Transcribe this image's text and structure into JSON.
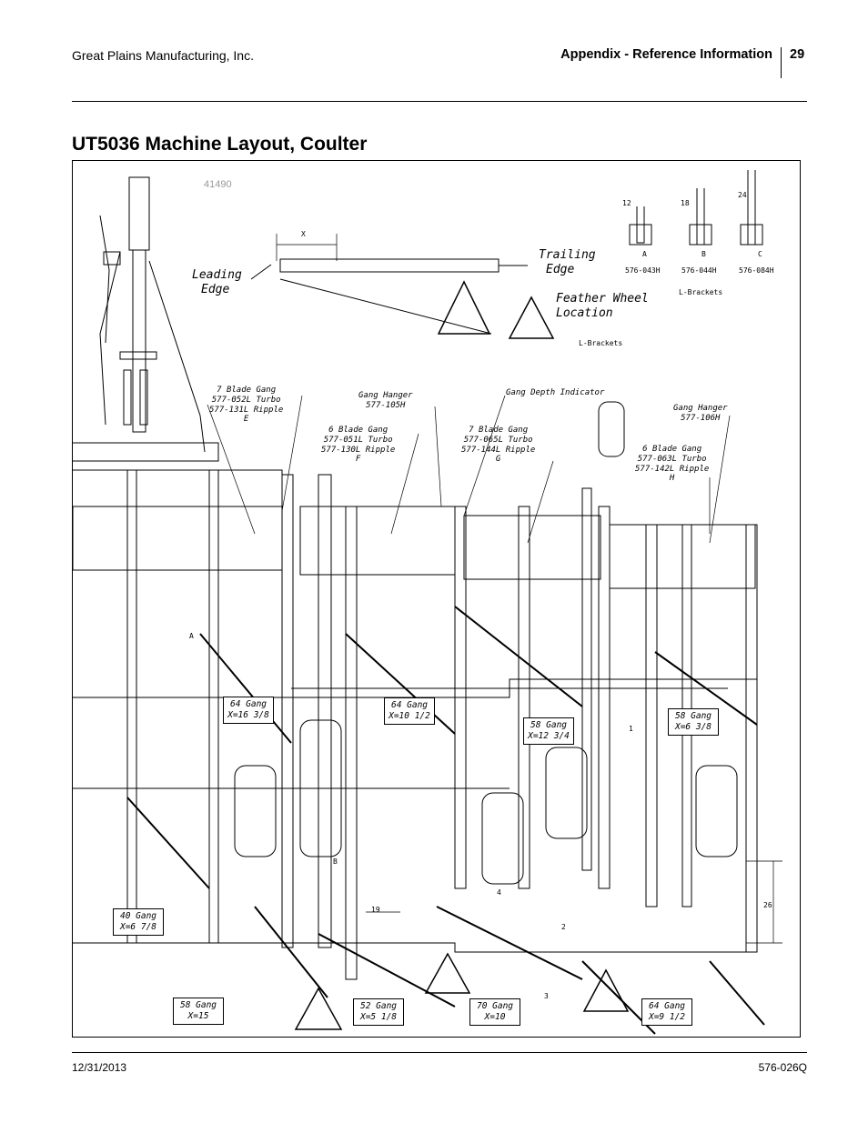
{
  "header": {
    "company": "Great Plains Manufacturing, Inc.",
    "section": "Appendix - Reference Information",
    "page_number": "29"
  },
  "title": "UT5036 Machine Layout, Coulter",
  "figure": {
    "figure_number": "41490",
    "brackets": [
      {
        "dim": "12",
        "letter": "A",
        "part": "576-043H"
      },
      {
        "dim": "18",
        "letter": "B",
        "part": "576-044H"
      },
      {
        "dim": "24",
        "letter": "C",
        "part": "576-084H"
      }
    ],
    "l_brackets_top": "L-Brackets",
    "l_brackets_mid": "L-Brackets",
    "x_label": "X",
    "leading_edge": [
      "Leading",
      "Edge"
    ],
    "trailing_edge": [
      "Trailing",
      "Edge"
    ],
    "feather_wheel": [
      "Feather  Wheel",
      "Location"
    ],
    "callouts": [
      {
        "lines": [
          "7  Blade  Gang",
          "577-052L  Turbo",
          "577-131L  Ripple"
        ],
        "letter": "E"
      },
      {
        "lines": [
          "6  Blade  Gang",
          "577-051L  Turbo",
          "577-130L  Ripple"
        ],
        "letter": "F"
      },
      {
        "lines": [
          "7  Blade  Gang",
          "577-065L  Turbo",
          "577-144L  Ripple"
        ],
        "letter": "G"
      },
      {
        "lines": [
          "6  Blade  Gang",
          "577-063L  Turbo",
          "577-142L  Ripple"
        ],
        "letter": "H"
      }
    ],
    "gang_hanger_1": [
      "Gang  Hanger",
      "577-105H"
    ],
    "gang_hanger_2": [
      "Gang  Hanger",
      "577-106H"
    ],
    "gang_depth": "Gang  Depth  Indicator",
    "gang_boxes": [
      {
        "name": "64  Gang",
        "x": "X=16  3/8"
      },
      {
        "name": "64  Gang",
        "x": "X=10  1/2"
      },
      {
        "name": "58  Gang",
        "x": "X=12  3/4"
      },
      {
        "name": "58  Gang",
        "x": "X=6  3/8"
      },
      {
        "name": "40  Gang",
        "x": "X=6  7/8"
      },
      {
        "name": "58  Gang",
        "x": "X=15"
      },
      {
        "name": "52  Gang",
        "x": "X=5  1/8"
      },
      {
        "name": "70  Gang",
        "x": "X=10"
      },
      {
        "name": "64  Gang",
        "x": "X=9  1/2"
      }
    ],
    "dims": [
      "19",
      "26",
      "2",
      "4",
      "1",
      "3"
    ],
    "letters": [
      "A",
      "B"
    ]
  },
  "footer": {
    "date": "12/31/2013",
    "doc_number": "576-026Q"
  }
}
